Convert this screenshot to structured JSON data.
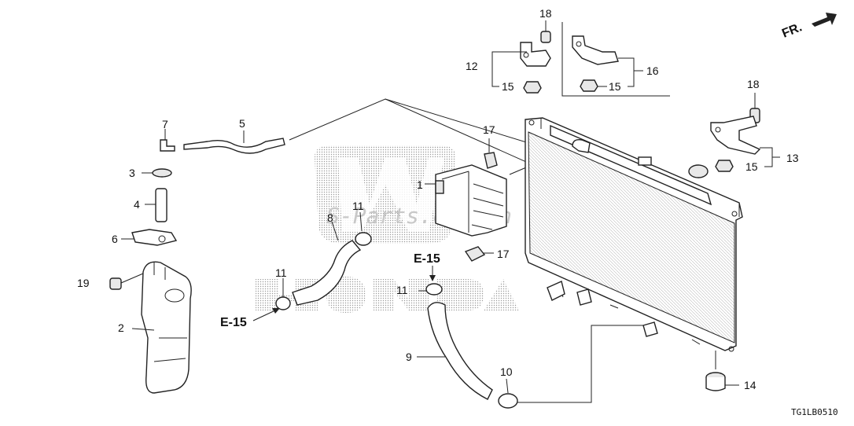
{
  "diagram": {
    "direction_label": "FR.",
    "diagram_code": "TG1LB0510",
    "watermark_text": "S-Parts.com.vn",
    "watermark_brand": "HONDA",
    "callouts": {
      "p1": "1",
      "p2": "2",
      "p3": "3",
      "p4": "4",
      "p5": "5",
      "p6": "6",
      "p7": "7",
      "p8": "8",
      "p9": "9",
      "p10": "10",
      "p11a": "11",
      "p11b": "11",
      "p11c": "11",
      "p12": "12",
      "p13": "13",
      "p14": "14",
      "p15a": "15",
      "p15b": "15",
      "p15c": "15",
      "p16": "16",
      "p17a": "17",
      "p17b": "17",
      "p18a": "18",
      "p18b": "18",
      "p19": "19"
    },
    "refs": {
      "e15a": "E-15",
      "e15b": "E-15"
    }
  }
}
